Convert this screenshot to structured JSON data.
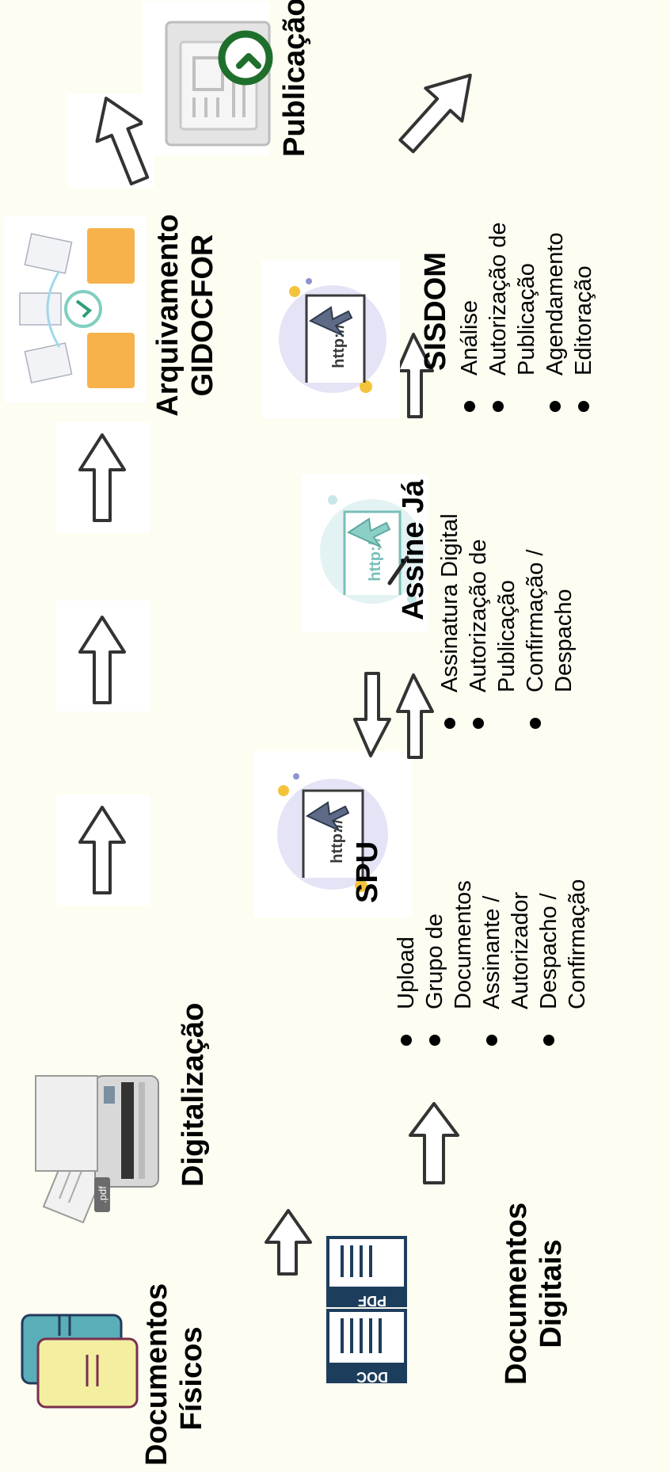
{
  "nodes": {
    "documentos_fisicos": {
      "line1": "Documentos",
      "line2": "Físicos"
    },
    "digitalizacao": {
      "label": "Digitalização"
    },
    "documentos_digitais": {
      "line1": "Documentos",
      "line2": "Digitais"
    },
    "spu": {
      "title": "SPU",
      "icon_text": "http://",
      "items": [
        {
          "text": "Upload",
          "bullet": true
        },
        {
          "text": "Grupo de",
          "bullet": true
        },
        {
          "text": "Documentos",
          "bullet": false
        },
        {
          "text": "Assinante /",
          "bullet": true
        },
        {
          "text": "Autorizador",
          "bullet": false
        },
        {
          "text": "Despacho /",
          "bullet": true
        },
        {
          "text": "Confirmação",
          "bullet": false
        }
      ]
    },
    "assine_ja": {
      "title": "Assine Já",
      "icon_text": "http://",
      "items": [
        {
          "text": "Assinatura Digital",
          "bullet": true
        },
        {
          "text": "Autorização de",
          "bullet": true
        },
        {
          "text": "Publicação",
          "bullet": false
        },
        {
          "text": "Confirmação /",
          "bullet": true
        },
        {
          "text": "Despacho",
          "bullet": false
        }
      ]
    },
    "sisdom": {
      "title": "SISDOM",
      "icon_text": "http://",
      "items": [
        {
          "text": "Análise",
          "bullet": true
        },
        {
          "text": "Autorização de",
          "bullet": true
        },
        {
          "text": "Publicação",
          "bullet": false
        },
        {
          "text": "Agendamento",
          "bullet": true
        },
        {
          "text": "Editoração",
          "bullet": true
        }
      ]
    },
    "arquivamento": {
      "line1": "Arquivamento",
      "line2": "GIDOCFOR"
    },
    "publicacao": {
      "label": "Publicação"
    }
  },
  "icons": {
    "pdf_badge": ".pdf",
    "pdf_doc": "PDF",
    "doc_doc": "DOC"
  },
  "colors": {
    "background": "#fdfdf2",
    "card_teal": "#5aaeb8",
    "card_yellow": "#f3eea0",
    "doc_navy": "#1d3d5c",
    "web_circle": "#e4e4f6",
    "web_circle_mint": "#e3f2f2",
    "cursor_slate": "#5d6b86",
    "cursor_teal": "#8ccfc6",
    "folder_orange": "#f7b24b",
    "publish_green": "#1f6f2c"
  }
}
